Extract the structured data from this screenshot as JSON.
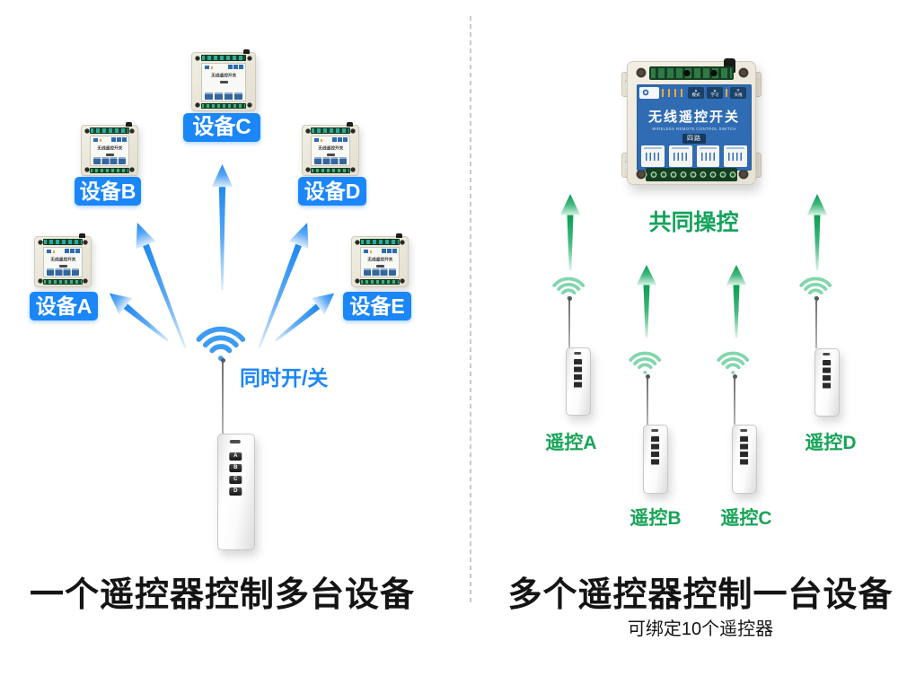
{
  "colors": {
    "accent_blue": "#1b86f8",
    "accent_green": "#14a35b",
    "panel_blue": "#2f6cb3",
    "arrow_blue": "#1f88f0",
    "arrow_green": "#0a9e52"
  },
  "icons": {
    "up_triangle": "▲",
    "antenna": "〒"
  },
  "left": {
    "devices": [
      {
        "label": "设备A"
      },
      {
        "label": "设备B"
      },
      {
        "label": "设备C"
      },
      {
        "label": "设备D"
      },
      {
        "label": "设备E"
      }
    ],
    "board_title": "无线遥控开关",
    "sync_caption": "同时开/关",
    "remote_buttons": [
      "A",
      "B",
      "C",
      "D"
    ],
    "caption": "一个遥控器控制多台设备"
  },
  "right": {
    "device": {
      "title": "无线遥控开关",
      "subtitle": "WIRELESS REMOTE CONTROL SWITCH",
      "channel_badge": "四路",
      "panel_labels": [
        "模式",
        "学习",
        "天线"
      ]
    },
    "group_caption": "共同操控",
    "remotes": [
      {
        "label": "遥控A"
      },
      {
        "label": "遥控B"
      },
      {
        "label": "遥控C"
      },
      {
        "label": "遥控D"
      }
    ],
    "caption": "多个遥控器控制一台设备",
    "subcaption": "可绑定10个遥控器"
  }
}
